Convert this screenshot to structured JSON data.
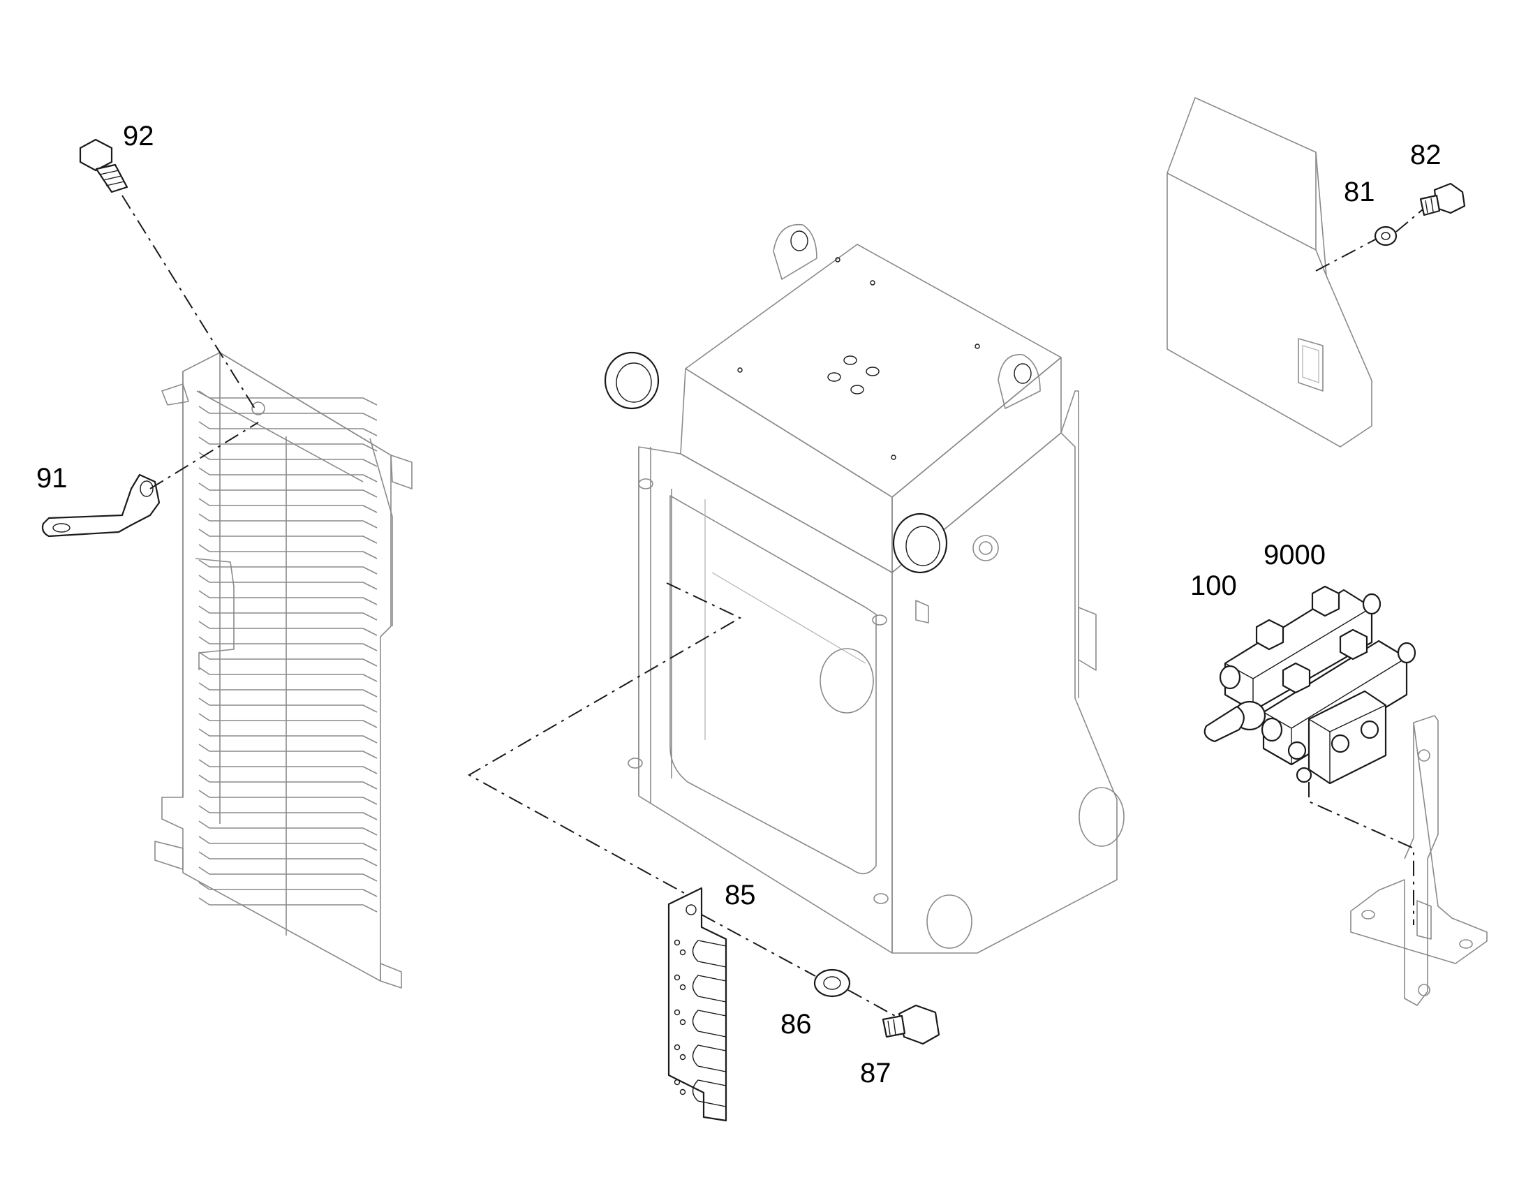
{
  "diagram": {
    "callouts": [
      {
        "id": "c92",
        "text": "92"
      },
      {
        "id": "c91",
        "text": "91"
      },
      {
        "id": "c82",
        "text": "82"
      },
      {
        "id": "c81",
        "text": "81"
      },
      {
        "id": "c9000",
        "text": "9000"
      },
      {
        "id": "c100",
        "text": "100"
      },
      {
        "id": "c85",
        "text": "85"
      },
      {
        "id": "c86",
        "text": "86"
      },
      {
        "id": "c87",
        "text": "87"
      }
    ],
    "line_color": "#1a1a1a",
    "faint_color": "#8a8a8a",
    "background": "#ffffff"
  }
}
